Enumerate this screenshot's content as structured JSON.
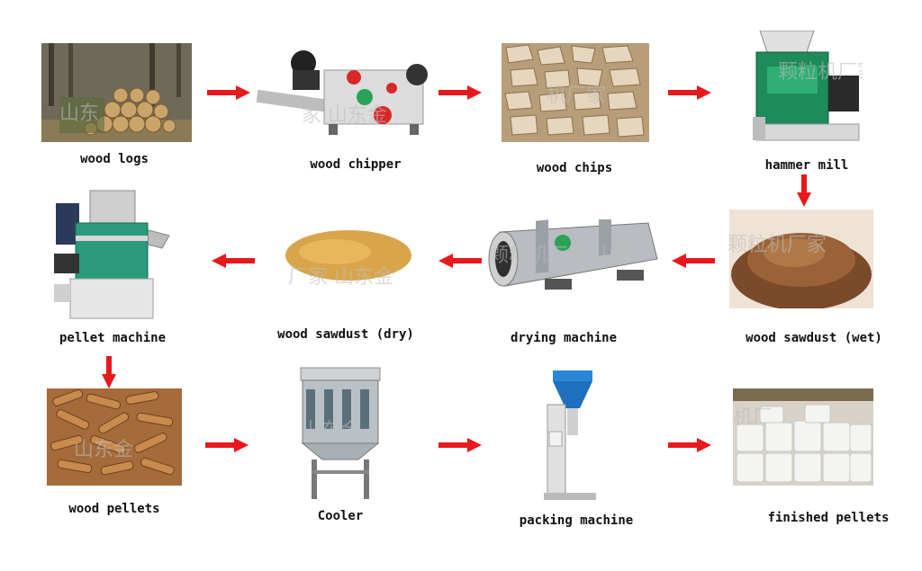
{
  "steps": {
    "wood_logs": "wood logs",
    "wood_chipper": "wood chipper",
    "wood_chips": "wood chips",
    "hammer_mill": "hammer mill",
    "wood_sawdust_wet": "wood sawdust (wet)",
    "drying_machine": "drying machine",
    "wood_sawdust_dry": "wood sawdust (dry)",
    "pellet_machine": "pellet machine",
    "wood_pellets": "wood pellets",
    "cooler": "Cooler",
    "packing_machine": "packing machine",
    "finished_pellets": "finished pellets"
  },
  "watermarks": {
    "w1": "山东",
    "w2": "家 山东金",
    "w3": "机厂家",
    "w4": "颗粒机厂家",
    "w5": "厂家 山东金",
    "w6": "颗粒机厂家 山东",
    "w7": "山东金",
    "w8": "山东金",
    "w9": "机厂"
  },
  "colors": {
    "arrow": "#e8191c"
  }
}
